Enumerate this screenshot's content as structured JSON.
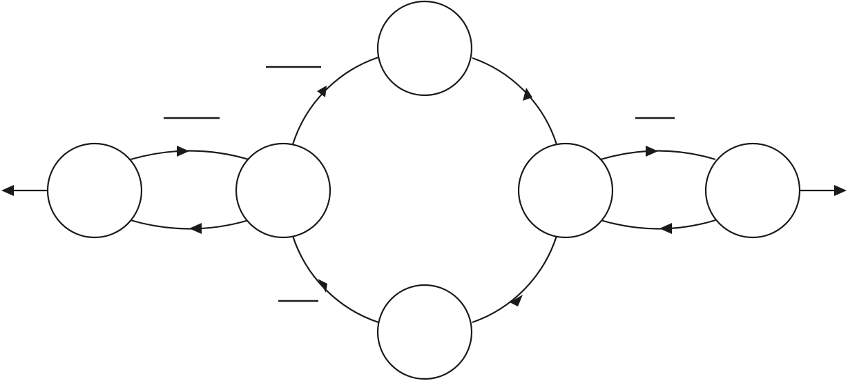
{
  "diagram": {
    "stroke_color": "#1a1a1a",
    "background": "#ffffff",
    "nodes": [
      {
        "id": "far-left",
        "label": ""
      },
      {
        "id": "left",
        "label": ""
      },
      {
        "id": "top",
        "label": ""
      },
      {
        "id": "right",
        "label": ""
      },
      {
        "id": "bottom",
        "label": ""
      },
      {
        "id": "far-right",
        "label": ""
      }
    ],
    "edges": [
      {
        "from": "far-left",
        "to": "left"
      },
      {
        "from": "left",
        "to": "far-left"
      },
      {
        "from": "left",
        "to": "top"
      },
      {
        "from": "top",
        "to": "right"
      },
      {
        "from": "right",
        "to": "bottom"
      },
      {
        "from": "bottom",
        "to": "left"
      },
      {
        "from": "right",
        "to": "far-right"
      },
      {
        "from": "far-right",
        "to": "right"
      },
      {
        "from": "far-left",
        "to": "outside-left"
      },
      {
        "from": "far-right",
        "to": "outside-right"
      }
    ],
    "blank_lines": [
      {
        "id": "blank-top-left",
        "text": ""
      },
      {
        "id": "blank-left-pair",
        "text": ""
      },
      {
        "id": "blank-right-pair",
        "text": ""
      },
      {
        "id": "blank-bottom-left",
        "text": ""
      }
    ]
  }
}
